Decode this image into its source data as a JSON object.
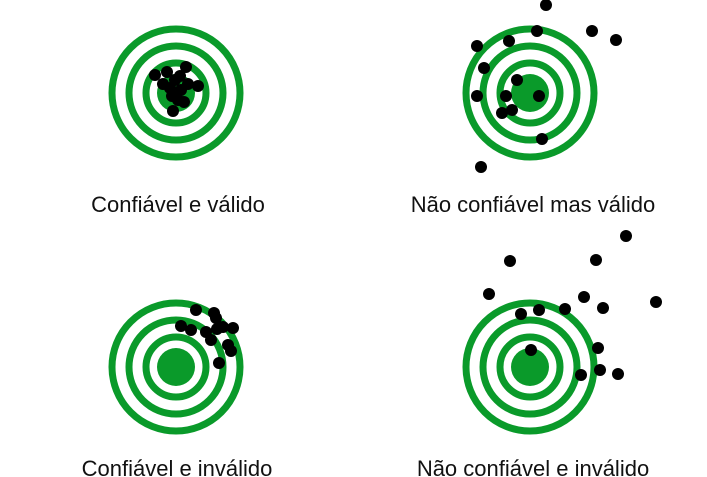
{
  "colors": {
    "ring": "#0a9a2a",
    "bullseye": "#0a9a2a",
    "shot": "#000000",
    "background": "#ffffff"
  },
  "panels": [
    {
      "id": "confiavel-e-valido",
      "caption": "Confiável e válido",
      "description_reliable": true,
      "description_valid": true
    },
    {
      "id": "nao-confiavel-mas-valido",
      "caption": "Não confiável mas válido",
      "description_reliable": false,
      "description_valid": true
    },
    {
      "id": "confiavel-e-invalido",
      "caption": "Confiável e inválido",
      "description_reliable": true,
      "description_valid": false
    },
    {
      "id": "nao-confiavel-e-invalido",
      "caption": "Não confiável e inválido",
      "description_reliable": false,
      "description_valid": false
    }
  ]
}
